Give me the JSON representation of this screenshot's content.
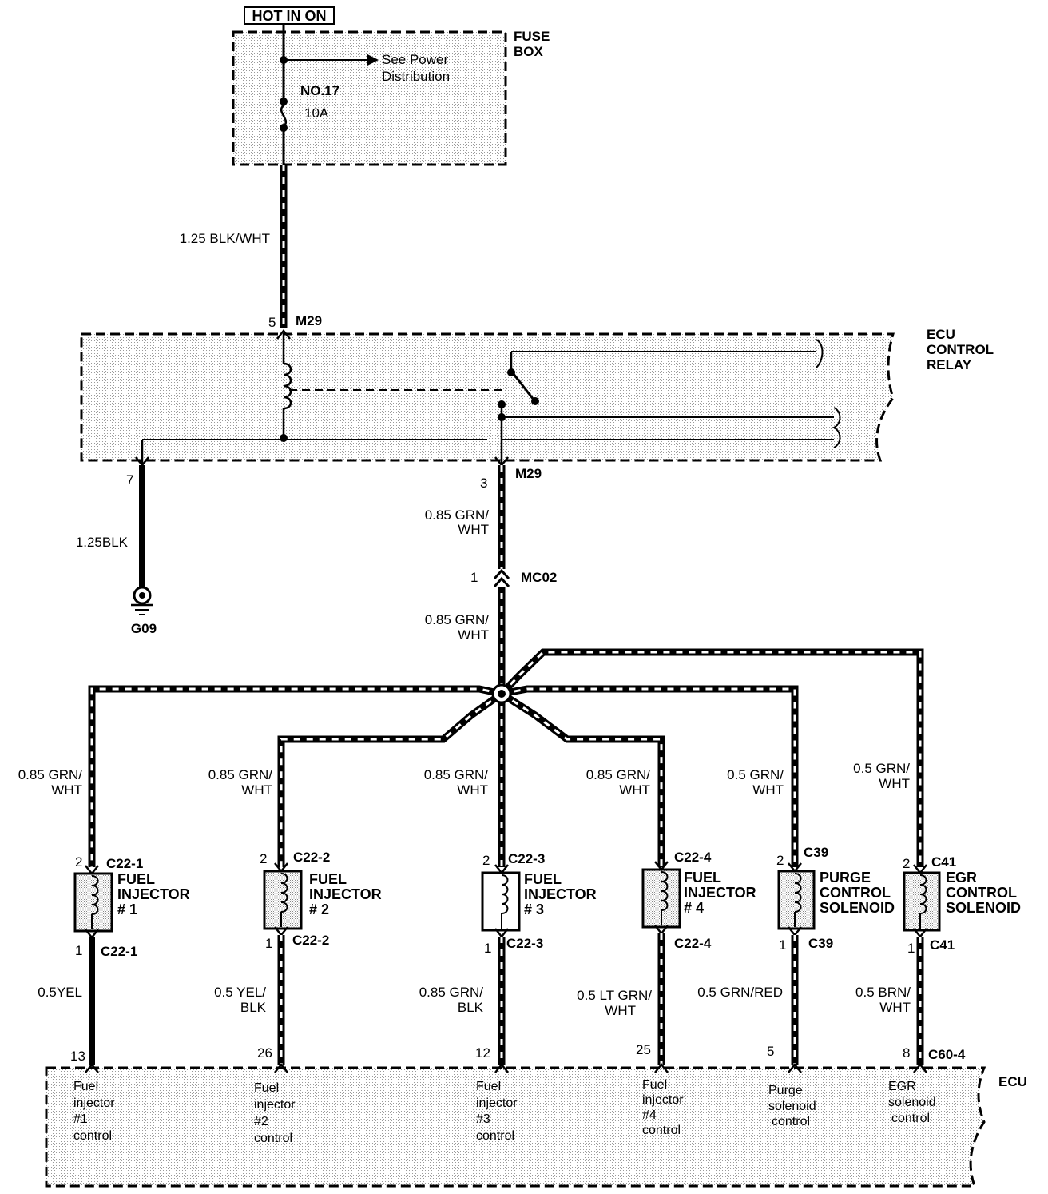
{
  "header": {
    "hot_label": "HOT IN ON"
  },
  "fuse_box": {
    "title_line1": "FUSE",
    "title_line2": "BOX",
    "power_line1": "See Power",
    "power_line2": "Distribution",
    "fuse_no": "NO.17",
    "fuse_rating": "10A"
  },
  "wires": {
    "feed": "1.25 BLK/WHT",
    "ground": "1.25BLK",
    "relay_out_line1": "0.85 GRN/",
    "relay_out_line2": "WHT",
    "mc02_out_line1": "0.85 GRN/",
    "mc02_out_line2": "WHT"
  },
  "relay": {
    "title_line1": "ECU",
    "title_line2": "CONTROL",
    "title_line3": "RELAY",
    "conn_top": "M29",
    "pin_top": "5",
    "conn_bottom": "M29",
    "pin_bottom": "3",
    "pin_ground": "7"
  },
  "connector_mc02": {
    "name": "MC02",
    "pin": "1"
  },
  "ground": {
    "name": "G09"
  },
  "branches": [
    {
      "wire_top_1": "0.85 GRN/",
      "wire_top_2": "WHT",
      "pin_top": "2",
      "conn_top": "C22-1",
      "name_1": "FUEL",
      "name_2": "INJECTOR",
      "name_3": "# 1",
      "pin_bottom": "1",
      "conn_bottom": "C22-1",
      "wire_bottom_1": "0.5YEL",
      "wire_bottom_2": "",
      "ecu_pin": "13",
      "ecu_1": "Fuel",
      "ecu_2": "injector",
      "ecu_3": "#1",
      "ecu_4": "control"
    },
    {
      "wire_top_1": "0.85 GRN/",
      "wire_top_2": "WHT",
      "pin_top": "2",
      "conn_top": "C22-2",
      "name_1": "FUEL",
      "name_2": "INJECTOR",
      "name_3": "# 2",
      "pin_bottom": "1",
      "conn_bottom": "C22-2",
      "wire_bottom_1": "0.5 YEL/",
      "wire_bottom_2": "BLK",
      "ecu_pin": "26",
      "ecu_1": "Fuel",
      "ecu_2": "injector",
      "ecu_3": "#2",
      "ecu_4": "control"
    },
    {
      "wire_top_1": "0.85 GRN/",
      "wire_top_2": "WHT",
      "pin_top": "2",
      "conn_top": "C22-3",
      "name_1": "FUEL",
      "name_2": "INJECTOR",
      "name_3": "# 3",
      "pin_bottom": "1",
      "conn_bottom": "C22-3",
      "wire_bottom_1": "0.85 GRN/",
      "wire_bottom_2": "BLK",
      "ecu_pin": "12",
      "ecu_1": "Fuel",
      "ecu_2": "injector",
      "ecu_3": "#3",
      "ecu_4": "control"
    },
    {
      "wire_top_1": "0.85 GRN/",
      "wire_top_2": "WHT",
      "pin_top": "",
      "conn_top": "C22-4",
      "name_1": "FUEL",
      "name_2": "INJECTOR",
      "name_3": "# 4",
      "pin_bottom": "",
      "conn_bottom": "C22-4",
      "wire_bottom_1": "0.5 LT GRN/",
      "wire_bottom_2": "WHT",
      "ecu_pin": "25",
      "ecu_1": "Fuel",
      "ecu_2": "injector",
      "ecu_3": "#4",
      "ecu_4": "control"
    },
    {
      "wire_top_1": "0.5 GRN/",
      "wire_top_2": "WHT",
      "pin_top": "2",
      "conn_top": "C39",
      "name_1": "PURGE",
      "name_2": "CONTROL",
      "name_3": "SOLENOID",
      "pin_bottom": "1",
      "conn_bottom": "C39",
      "wire_bottom_1": "0.5 GRN/RED",
      "wire_bottom_2": "",
      "ecu_pin": "5",
      "ecu_1": "Purge",
      "ecu_2": "solenoid",
      "ecu_3": "control",
      "ecu_4": ""
    },
    {
      "wire_top_1": "0.5 GRN/",
      "wire_top_2": "WHT",
      "pin_top": "2",
      "conn_top": "C41",
      "name_1": "EGR",
      "name_2": "CONTROL",
      "name_3": "SOLENOID",
      "pin_bottom": "1",
      "conn_bottom": "C41",
      "wire_bottom_1": "0.5 BRN/",
      "wire_bottom_2": "WHT",
      "ecu_pin": "8",
      "ecu_1": "EGR",
      "ecu_2": "solenoid",
      "ecu_3": "control",
      "ecu_4": ""
    }
  ],
  "ecu": {
    "title": "ECU",
    "connector": "C60-4"
  }
}
